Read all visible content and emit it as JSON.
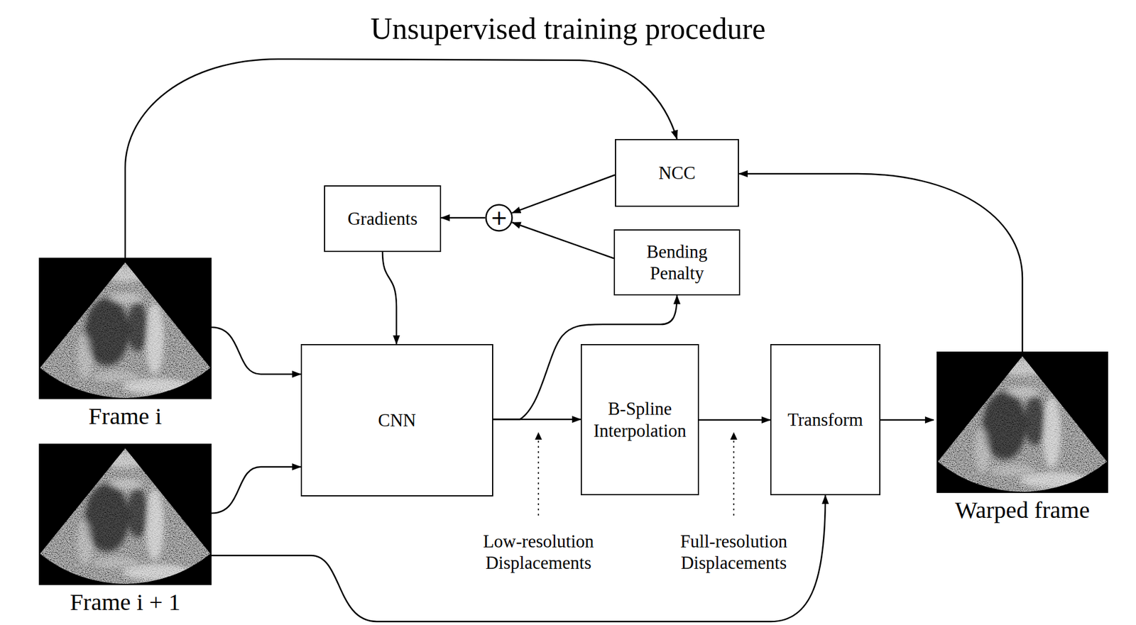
{
  "diagram": {
    "title": "Unsupervised training procedure",
    "nodes": [
      {
        "text": [
          "NCC"
        ]
      },
      {
        "text": [
          "Gradients"
        ]
      },
      {
        "text": [
          "+"
        ]
      },
      {
        "text": [
          "Bending Penalty"
        ]
      },
      {
        "text": [
          "Frame i"
        ]
      },
      {
        "text": [
          "CNN"
        ]
      },
      {
        "text": [
          "B-Spline Interpolation"
        ]
      },
      {
        "text": [
          "Transform"
        ]
      },
      {
        "text": [
          "Warped frame"
        ]
      },
      {
        "text": [
          "Frame i + 1"
        ]
      }
    ],
    "edges": [
      {
        "from": 4,
        "to": 0,
        "arrow": "to"
      },
      {
        "from": 4,
        "to": 5,
        "arrow": "to"
      },
      {
        "from": 9,
        "to": 5,
        "arrow": "to"
      },
      {
        "from": 9,
        "to": 7,
        "arrow": "to"
      },
      {
        "from": 5,
        "to": 6,
        "arrow": "to"
      },
      {
        "from": 5,
        "to": 3,
        "arrow": "to"
      },
      {
        "from": 6,
        "to": 7,
        "arrow": "to"
      },
      {
        "from": 7,
        "to": 8,
        "arrow": "to"
      },
      {
        "from": 8,
        "to": 0,
        "arrow": "to"
      },
      {
        "from": 0,
        "to": 2,
        "arrow": "to"
      },
      {
        "from": 3,
        "to": 2,
        "arrow": "to"
      },
      {
        "from": 2,
        "to": 1,
        "arrow": "to"
      },
      {
        "from": 1,
        "to": 5,
        "arrow": "to"
      }
    ],
    "labels": [
      "Low-resolution Displacements",
      "Full-resolution Displacements"
    ]
  }
}
